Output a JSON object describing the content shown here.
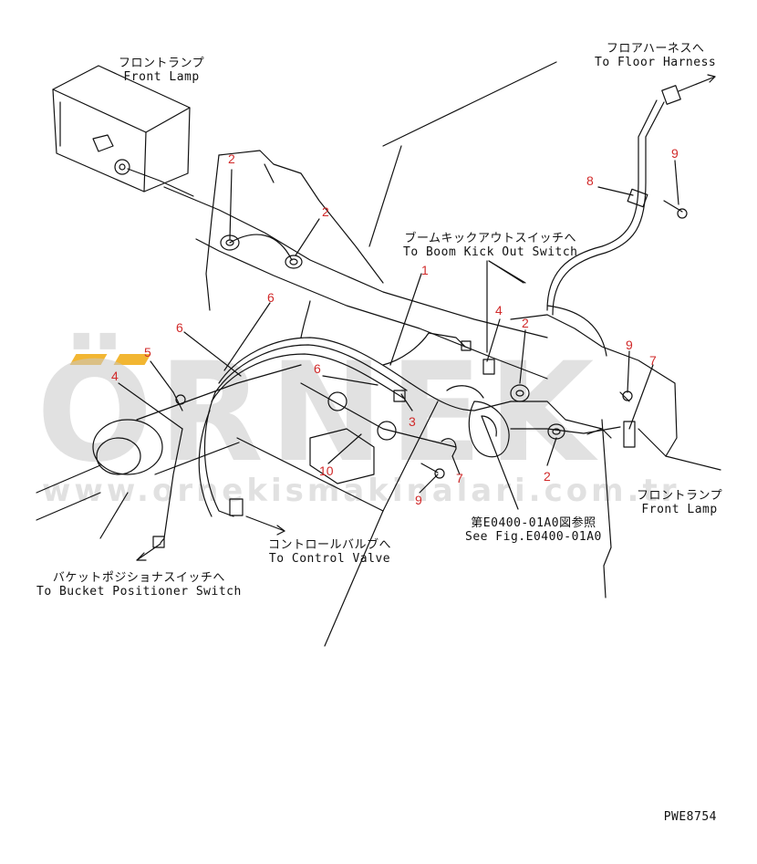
{
  "labels": {
    "front_lamp_top_jp": "フロントランプ",
    "front_lamp_top_en": "Front Lamp",
    "floor_harness_jp": "フロアハーネスへ",
    "floor_harness_en": "To Floor Harness",
    "boom_kick_jp": "ブームキックアウトスイッチへ",
    "boom_kick_en": "To Boom Kick Out Switch",
    "front_lamp_right_jp": "フロントランプ",
    "front_lamp_right_en": "Front Lamp",
    "see_fig_jp": "第E0400-01A0図参照",
    "see_fig_en": "See Fig.E0400-01A0",
    "control_valve_jp": "コントロールバルブへ",
    "control_valve_en": "To Control Valve",
    "bucket_pos_jp": "バケットポジショナスイッチへ",
    "bucket_pos_en": "To Bucket Positioner Switch"
  },
  "callouts": [
    "2",
    "2",
    "1",
    "6",
    "6",
    "5",
    "4",
    "6",
    "3",
    "10",
    "4",
    "2",
    "9",
    "7",
    "2",
    "9",
    "7",
    "8",
    "9"
  ],
  "watermark": {
    "brand": "ÖRNEK",
    "url": "www.ornekismakinalari.com.tr"
  },
  "drawing_code": "PWE8754",
  "colors": {
    "line": "#111111",
    "callout": "#d12a2a",
    "watermark_gray": "#c9c9c9",
    "watermark_accent": "#f2b632"
  }
}
